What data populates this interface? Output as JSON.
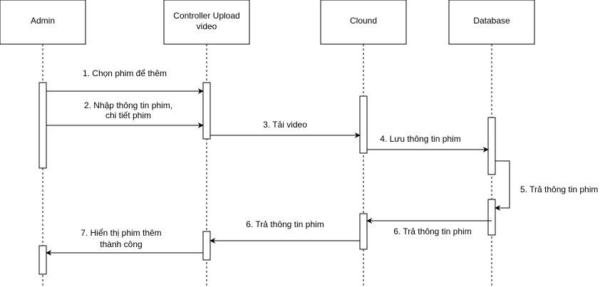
{
  "participants": [
    {
      "id": "admin",
      "label_lines": [
        "Admin"
      ]
    },
    {
      "id": "controller",
      "label_lines": [
        "Controller Upload",
        "video"
      ]
    },
    {
      "id": "cloud",
      "label_lines": [
        "Clound"
      ]
    },
    {
      "id": "database",
      "label_lines": [
        "Database"
      ]
    }
  ],
  "messages": [
    {
      "id": "m1",
      "label_lines": [
        "1. Chọn phim để thêm"
      ],
      "from": "admin",
      "to": "controller"
    },
    {
      "id": "m2",
      "label_lines": [
        "2. Nhập thông tin phim,",
        "chi tiết phim"
      ],
      "from": "admin",
      "to": "controller"
    },
    {
      "id": "m3",
      "label_lines": [
        "3. Tải video"
      ],
      "from": "controller",
      "to": "cloud"
    },
    {
      "id": "m4",
      "label_lines": [
        "4. Lưu thông tin phim"
      ],
      "from": "cloud",
      "to": "database"
    },
    {
      "id": "m5",
      "label_lines": [
        "5. Trả thông tin phim"
      ],
      "from": "database",
      "to": "database"
    },
    {
      "id": "m6a",
      "label_lines": [
        "6. Trả thông tin phim"
      ],
      "from": "database",
      "to": "cloud"
    },
    {
      "id": "m6b",
      "label_lines": [
        "6. Trả thông tin phim"
      ],
      "from": "cloud",
      "to": "controller"
    },
    {
      "id": "m7",
      "label_lines": [
        "7. Hiển thị phim thêm",
        "thành công"
      ],
      "from": "controller",
      "to": "admin"
    }
  ],
  "colors": {
    "line": "#000000",
    "box_fill": "#ffffff",
    "text": "#000000"
  }
}
